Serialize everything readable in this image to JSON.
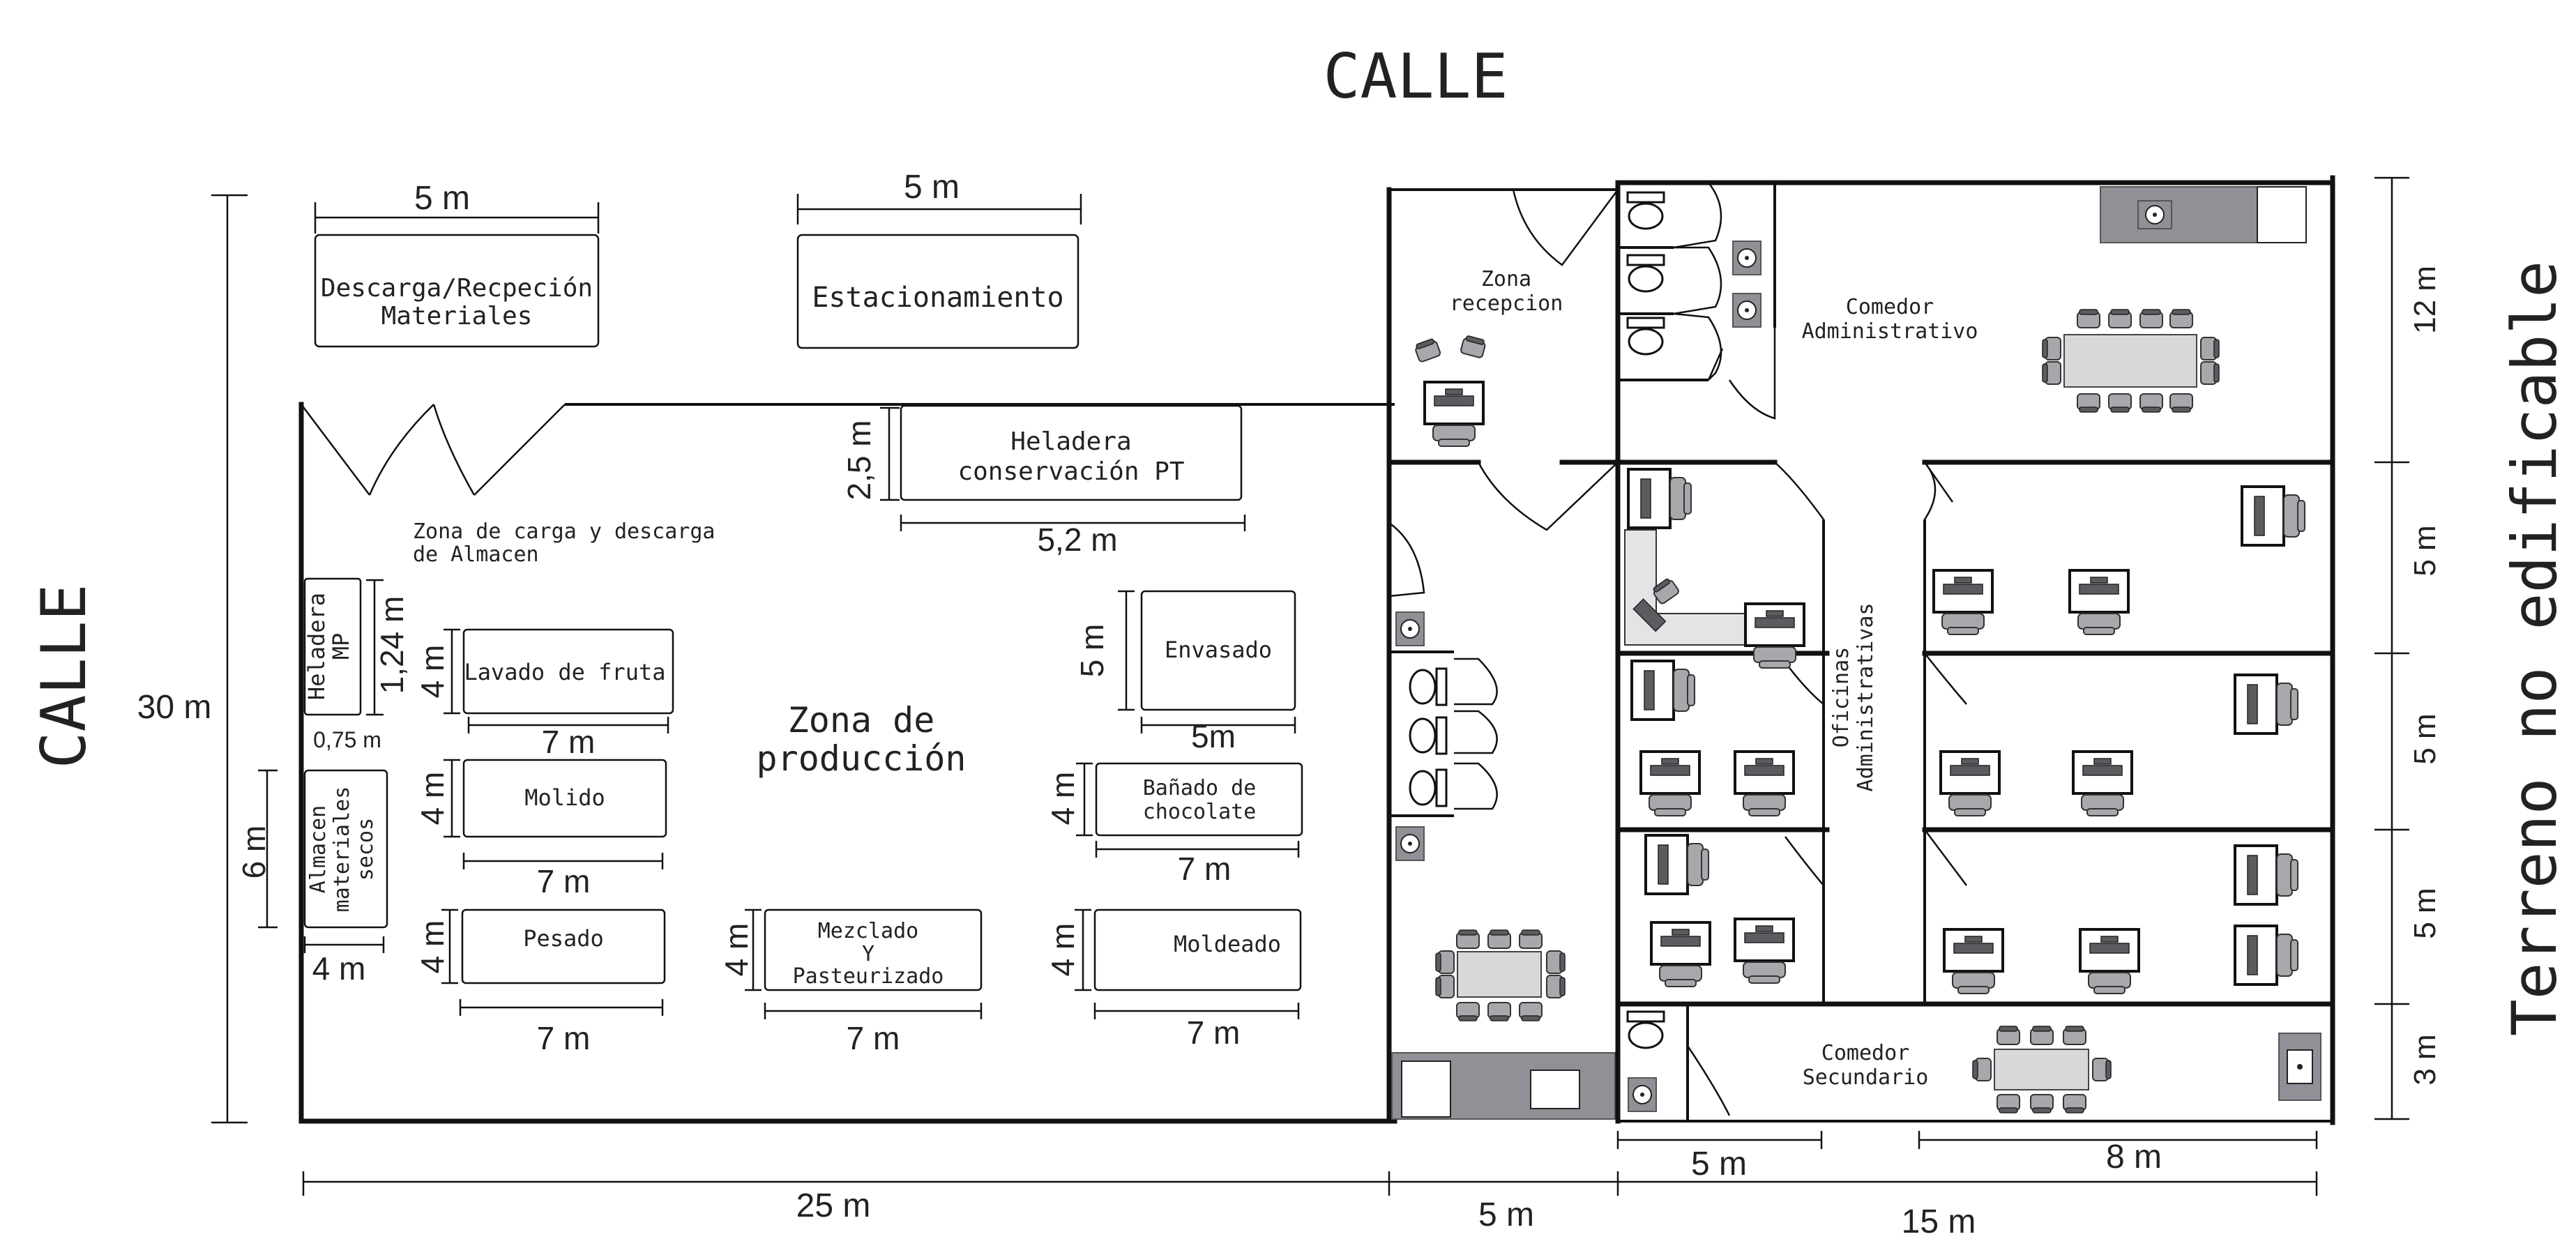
{
  "street_top": "CALLE",
  "street_left": "CALLE",
  "non_buildable": "Terreno no edificable",
  "outdoor": {
    "unloading": {
      "label1": "Descarga/Recpeción",
      "label2": "Materiales",
      "dim": "5 m"
    },
    "parking": {
      "label": "Estacionamiento",
      "dim": "5 m"
    }
  },
  "production": {
    "zone_title1": "Zona de",
    "zone_title2": "producción",
    "loading_zone1": "Zona de carga y descarga",
    "loading_zone2": "de Almacen",
    "fridge_pt": {
      "label1": "Heladera",
      "label2": "conservación PT",
      "dim_h": "2,5 m",
      "dim_w": "5,2  m"
    },
    "fridge_mp": {
      "label1": "Heladera",
      "label2": "MP",
      "dim_h": "1,24 m",
      "dim_w": "0,75 m"
    },
    "dry_storage": {
      "label1": "Almacen",
      "label2": "materiales",
      "label3": "secos",
      "dim_h": "6 m",
      "dim_w": "4 m"
    },
    "washing": {
      "label": "Lavado de fruta",
      "dim_h": "4 m",
      "dim_w": "7 m"
    },
    "grinding": {
      "label": "Molido",
      "dim_h": "4 m",
      "dim_w": "7 m"
    },
    "weighing": {
      "label": "Pesado",
      "dim_h": "4 m",
      "dim_w": "7 m"
    },
    "mixing": {
      "label1": "Mezclado",
      "label2": "Y",
      "label3": "Pasteurizado",
      "dim_h": "4 m",
      "dim_w": "7 m"
    },
    "packaging": {
      "label": "Envasado",
      "dim_h": "5 m",
      "dim_w": "5m"
    },
    "chocolate": {
      "label1": "Bañado de",
      "label2": "chocolate",
      "dim_h": "4 m",
      "dim_w": "7 m"
    },
    "molding": {
      "label": "Moldeado",
      "dim_h": "4 m",
      "dim_w": "7 m"
    }
  },
  "admin": {
    "reception1": "Zona",
    "reception2": "recepcion",
    "dining_admin1": "Comedor",
    "dining_admin2": "Administrativo",
    "offices1": "Oficinas",
    "offices2": "Administrativas",
    "dining_secondary1": "Comedor",
    "dining_secondary2": "Secundario"
  },
  "dimensions": {
    "total_height": "30 m",
    "total_width": "25 m",
    "corridor": "5 m",
    "admin_width": "15 m",
    "office_left": "5 m",
    "office_right": "8 m",
    "right_12": "12 m",
    "right_5a": "5 m",
    "right_5b": "5 m",
    "right_5c": "5 m",
    "right_3": "3 m"
  }
}
